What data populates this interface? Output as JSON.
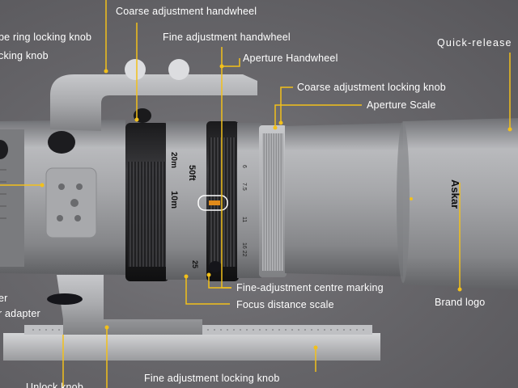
{
  "labels": {
    "coarse_handwheel": "Coarse adjustment handwheel",
    "fine_handwheel": "Fine adjustment handwheel",
    "aperture_handwheel": "Aperture Handwheel",
    "coarse_locking_knob": "Coarse adjustment locking knob",
    "aperture_scale": "Aperture Scale",
    "quick_release": "Quick-release",
    "tube_ring_locking_knob": "be ring locking knob",
    "locking_knob_left": "cking knob",
    "fine_centre_marking": "Fine-adjustment centre marking",
    "focus_distance_scale": "Focus distance scale",
    "brand_logo": "Brand logo",
    "fine_locking_knob": "Fine adjustment locking knob",
    "adapter_er": "er",
    "adapter": "r adapter",
    "unlock_knob": "Unlock knob"
  },
  "lens_markings": {
    "brand": "Askar",
    "dist_20m": "20m",
    "dist_50ft": "50ft",
    "dist_10m": "10m",
    "dist_25": "25",
    "ap_6": "6",
    "ap_75": "7.5",
    "ap_11": "11",
    "ap_22": "16 22"
  },
  "colors": {
    "background": "#67666a",
    "leader": "#f2c01b",
    "label_text": "#ffffff"
  }
}
